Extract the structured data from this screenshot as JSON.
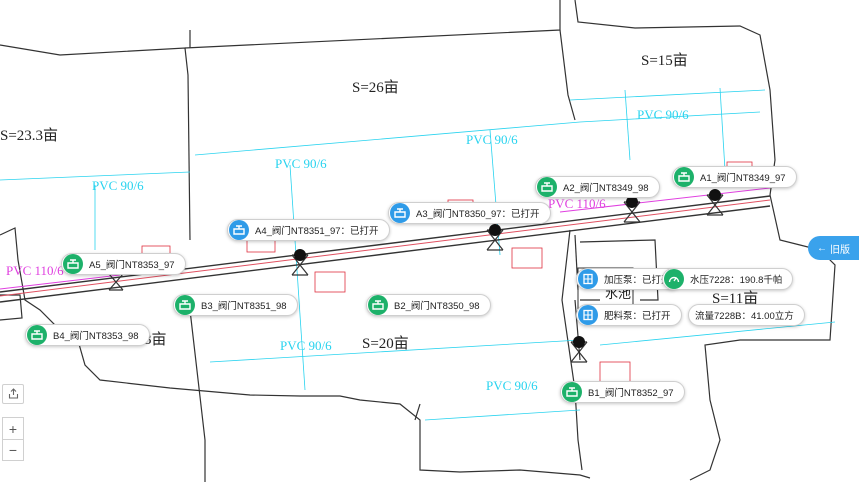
{
  "areas": [
    {
      "id": "s23",
      "text": "S=23.3亩"
    },
    {
      "id": "s26",
      "text": "S=26亩"
    },
    {
      "id": "s15",
      "text": "S=15亩"
    },
    {
      "id": "s20",
      "text": "S=20亩"
    },
    {
      "id": "s11",
      "text": "S=11亩"
    },
    {
      "id": "s13",
      "text": "3亩"
    }
  ],
  "pipes": {
    "pvc90": "PVC 90/6",
    "pvc110": "PVC 110/6",
    "pool": "水池"
  },
  "valves": {
    "a1": "A1_阀门NT8349_97",
    "a2": "A2_阀门NT8349_98",
    "a3": "A3_阀门NT8350_97：已打开",
    "a4": "A4_阀门NT8351_97：已打开",
    "a5": "A5_阀门NT8353_97",
    "b1": "B1_阀门NT8352_97",
    "b2": "B2_阀门NT8350_98",
    "b3": "B3_阀门NT8351_98",
    "b4": "B4_阀门NT8353_98"
  },
  "pumps": {
    "booster": "加压泵：已打开",
    "fertilizer": "肥料泵：已打开"
  },
  "sensors": {
    "pressure": "水压7228：190.8千帕",
    "flow": "流量7228B：41.00立方"
  },
  "controls": {
    "share_icon": "share-icon",
    "zoom_in": "+",
    "zoom_out": "−",
    "old_version": "旧版"
  },
  "colors": {
    "pipe_cyan": "#29d3ef",
    "pipe_magenta": "#e040e0",
    "valve_green": "#1db16a",
    "pump_blue": "#2f9be8",
    "button_blue": "#3aa2ec"
  }
}
